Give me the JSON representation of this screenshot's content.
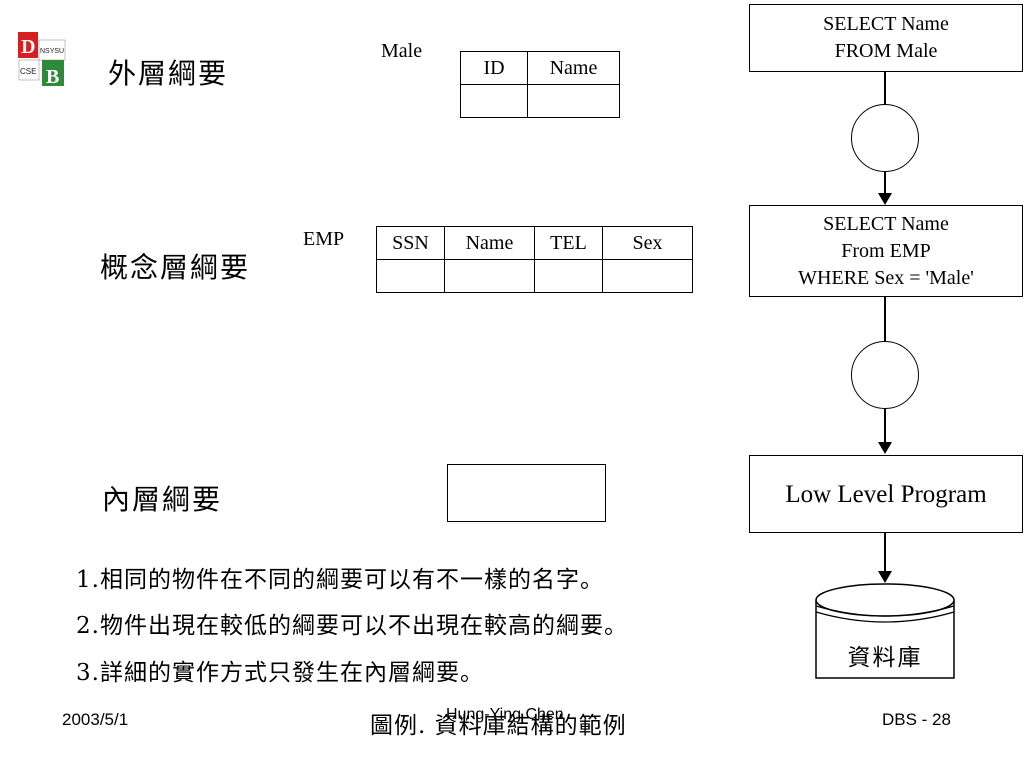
{
  "logo": {
    "letters_top": "D",
    "text_top": "NSYSU",
    "text_bottom": "CSE",
    "letters_bottom": "B"
  },
  "external_schema": {
    "label": "外層綱要",
    "table_name": "Male",
    "columns": [
      "ID",
      "Name"
    ]
  },
  "conceptual_schema": {
    "label": "概念層綱要",
    "table_name": "EMP",
    "columns": [
      "SSN",
      "Name",
      "TEL",
      "Sex"
    ]
  },
  "internal_schema": {
    "label": "內層綱要"
  },
  "flow": {
    "box1": [
      "SELECT Name",
      "FROM Male"
    ],
    "box2": [
      "SELECT Name",
      "From EMP",
      "WHERE Sex = 'Male'"
    ],
    "box3": "Low Level Program",
    "database": "資料庫"
  },
  "notes": [
    "1.相同的物件在不同的綱要可以有不一樣的名字。",
    "2.物件出現在較低的綱要可以不出現在較高的綱要。",
    "3.詳細的實作方式只發生在內層綱要。"
  ],
  "footer": {
    "date": "2003/5/1",
    "caption": "圖例. 資料庫結構的範例",
    "author": "Hung-Ying Chen",
    "page": "DBS - 28"
  }
}
